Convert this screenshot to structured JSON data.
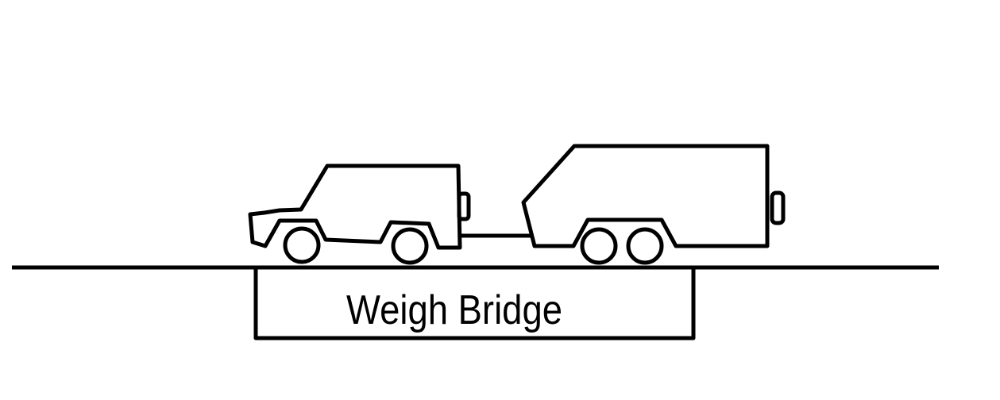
{
  "diagram": {
    "label": "Weigh Bridge",
    "colors": {
      "background": "#ffffff",
      "ink": "#000000"
    },
    "parts": {
      "car": "towing car",
      "trailer": "trailer",
      "tow_bar": "tow bar",
      "ground": "ground line",
      "platform": "weigh bridge platform"
    }
  }
}
